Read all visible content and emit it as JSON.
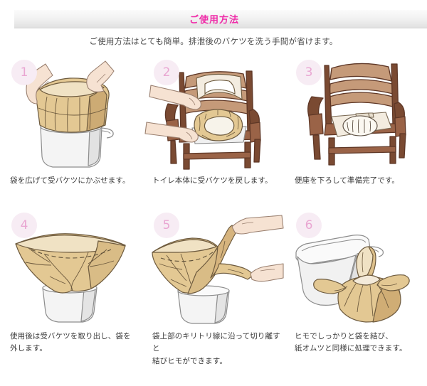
{
  "header": {
    "title": "ご使用方法",
    "title_color": "#ef2ba8",
    "bar_gradient_from": "#fbfbfb",
    "bar_gradient_to": "#d8d8d8"
  },
  "intro": {
    "text": "ご使用方法はとても簡単。排泄後のバケツを洗う手間が省けます。"
  },
  "badge_style": {
    "circle_color": "#f7ecf4",
    "number_color": "#e9a6d2"
  },
  "palette": {
    "bag_fill": "#e3c893",
    "bag_fill_light": "#f0e2c4",
    "bag_shadow": "#cdab74",
    "bag_outline": "#6d5a3e",
    "bucket_fill": "#f4f4f4",
    "bucket_shade": "#dcdcdc",
    "bucket_outline": "#8d8d8d",
    "wood_dark": "#7a4a32",
    "wood_mid": "#9a6347",
    "wood_light": "#c59a79",
    "seat_cream": "#f3ece0",
    "skin": "#f6e2d2",
    "skin_outline": "#9a8070"
  },
  "steps": [
    {
      "number": "1",
      "caption_line1": "袋を広げて受バケツにかぶせます。",
      "caption_line2": "",
      "art_name": "bag-over-bucket-illustration"
    },
    {
      "number": "2",
      "caption_line1": "トイレ本体に受バケツを戻します。",
      "caption_line2": "",
      "art_name": "commode-insert-bucket-illustration"
    },
    {
      "number": "3",
      "caption_line1": "便座を下ろして準備完了です。",
      "caption_line2": "",
      "art_name": "commode-seat-down-illustration"
    },
    {
      "number": "4",
      "caption_line1": "使用後は受バケツを取り出し、袋を外します。",
      "caption_line2": "",
      "art_name": "bag-removed-illustration"
    },
    {
      "number": "5",
      "caption_line1": "袋上部のキリトリ線に沿って切り離すと",
      "caption_line2": "結びヒモができます。",
      "art_name": "tear-along-line-illustration"
    },
    {
      "number": "6",
      "caption_line1": "ヒモでしっかりと袋を結び、",
      "caption_line2": "紙オムツと同様に処理できます。",
      "art_name": "tied-bag-and-empty-bucket-illustration"
    }
  ]
}
